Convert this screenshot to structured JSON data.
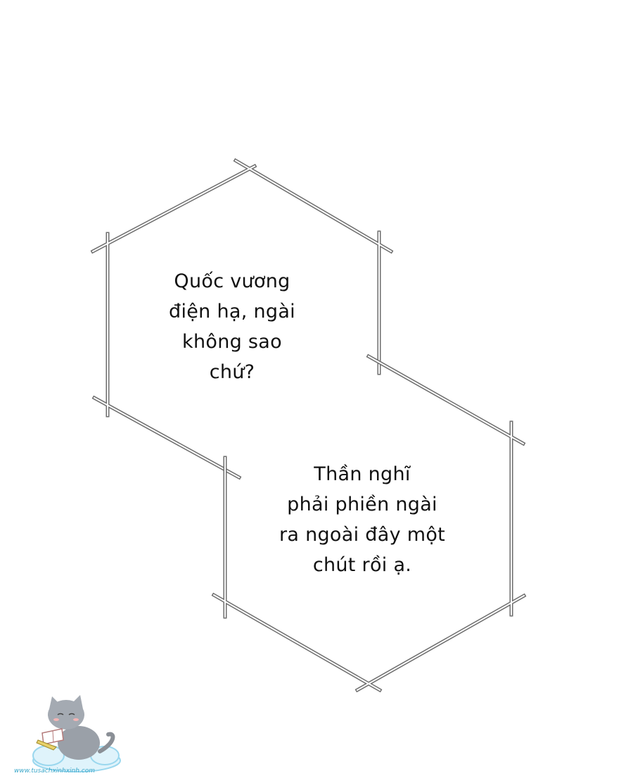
{
  "panel": {
    "background": "#ffffff",
    "frame_color": "#6e6e6e"
  },
  "bubbles": [
    {
      "lines": [
        "Quốc vương",
        "điện hạ, ngài",
        "không sao",
        "chứ?"
      ]
    },
    {
      "lines": [
        "Thần nghĩ",
        "phải phiền ngài",
        "ra ngoài đây một",
        "chút rồi ạ."
      ]
    }
  ],
  "watermark": {
    "text": "www.tusachxinhxinh.com",
    "icon": "cat-on-cloud-icon",
    "accent": "#3aa7c9"
  }
}
